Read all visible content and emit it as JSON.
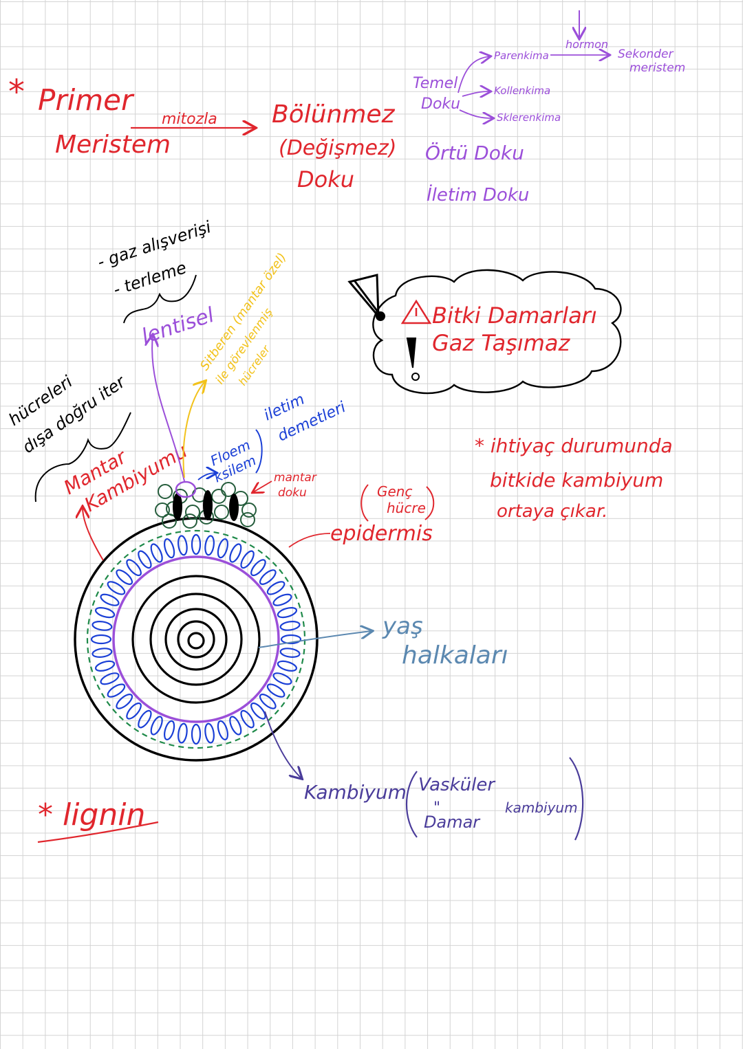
{
  "colors": {
    "red": "#e0262d",
    "purple": "#9b4fd9",
    "yellow": "#f2c21b",
    "blue": "#1a3fd6",
    "green": "#1f8a4a",
    "darkgreen": "#245c3b",
    "steel": "#5b88b0",
    "indigo": "#4a3c9a",
    "black": "#000000"
  },
  "primer": {
    "star": "*",
    "line1": "Primer",
    "line2": "Meristem",
    "arrow_label": "mitozla",
    "result1": "Bölünmez",
    "result2": "(Değişmez)",
    "result3": "Doku"
  },
  "tissues": {
    "temel1": "Temel",
    "temel2": "Doku",
    "parenkima": "Parenkima",
    "kollenkima": "Kollenkima",
    "sklerenkima": "Sklerenkima",
    "hormon": "hormon",
    "sekonder1": "Sekonder",
    "sekonder2": "meristem",
    "ortu": "Örtü Doku",
    "iletim": "İletim Doku"
  },
  "warning": {
    "line1": "Bitki Damarları",
    "line2": "Gaz Taşımaz"
  },
  "labels": {
    "gaz": "- gaz alışverişi",
    "terleme": "- terleme",
    "lentisel": "lentisel",
    "sitbe1": "Sitberen (mantar özel)",
    "sitbe2": "ile görevlenmiş",
    "sitbe3": "hücreler",
    "hucreleri1": "hücreleri",
    "hucreleri2": "dışa doğru iter",
    "mantar1": "Mantar",
    "mantar2": "Kambiyumu",
    "floem": "Floem",
    "ksilem": "ksilem",
    "iletim1": "iletim",
    "iletim2": "demetleri",
    "mantar_doku1": "mantar",
    "mantar_doku2": "doku",
    "genc1": "Genç",
    "genc2": "hücre",
    "epidermis": "epidermis",
    "ihtiyac1": "* ihtiyaç durumunda",
    "ihtiyac2": "bitkide kambiyum",
    "ihtiyac3": "ortaya çıkar.",
    "yas1": "yaş",
    "yas2": "halkaları",
    "kambiyum": "Kambiyum",
    "vaskuler": "Vasküler",
    "damar": "Damar",
    "kambiyum2": "kambiyum",
    "ditto": "\"",
    "lignin": "* lignin"
  }
}
